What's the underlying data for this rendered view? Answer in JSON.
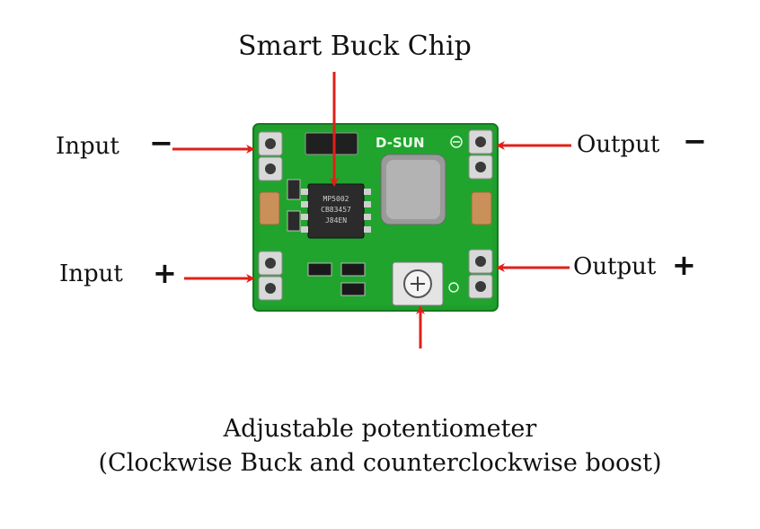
{
  "title": "Smart Buck Chip",
  "labels": {
    "input_minus": "Input",
    "input_plus": "Input",
    "output_minus": "Output",
    "output_plus": "Output",
    "minus_sign": "−",
    "plus_sign": "+"
  },
  "board": {
    "brand": "D-SUN",
    "chip_text_line1": "MP5002",
    "chip_text_line2": "CB83457",
    "chip_text_line3": "J84EN"
  },
  "caption": {
    "line1": "Adjustable potentiometer",
    "line2": "(Clockwise Buck and counterclockwise boost)"
  },
  "colors": {
    "pcb_green": "#1f9e2c",
    "arrow_red": "#e0201a",
    "background": "#ffffff"
  }
}
